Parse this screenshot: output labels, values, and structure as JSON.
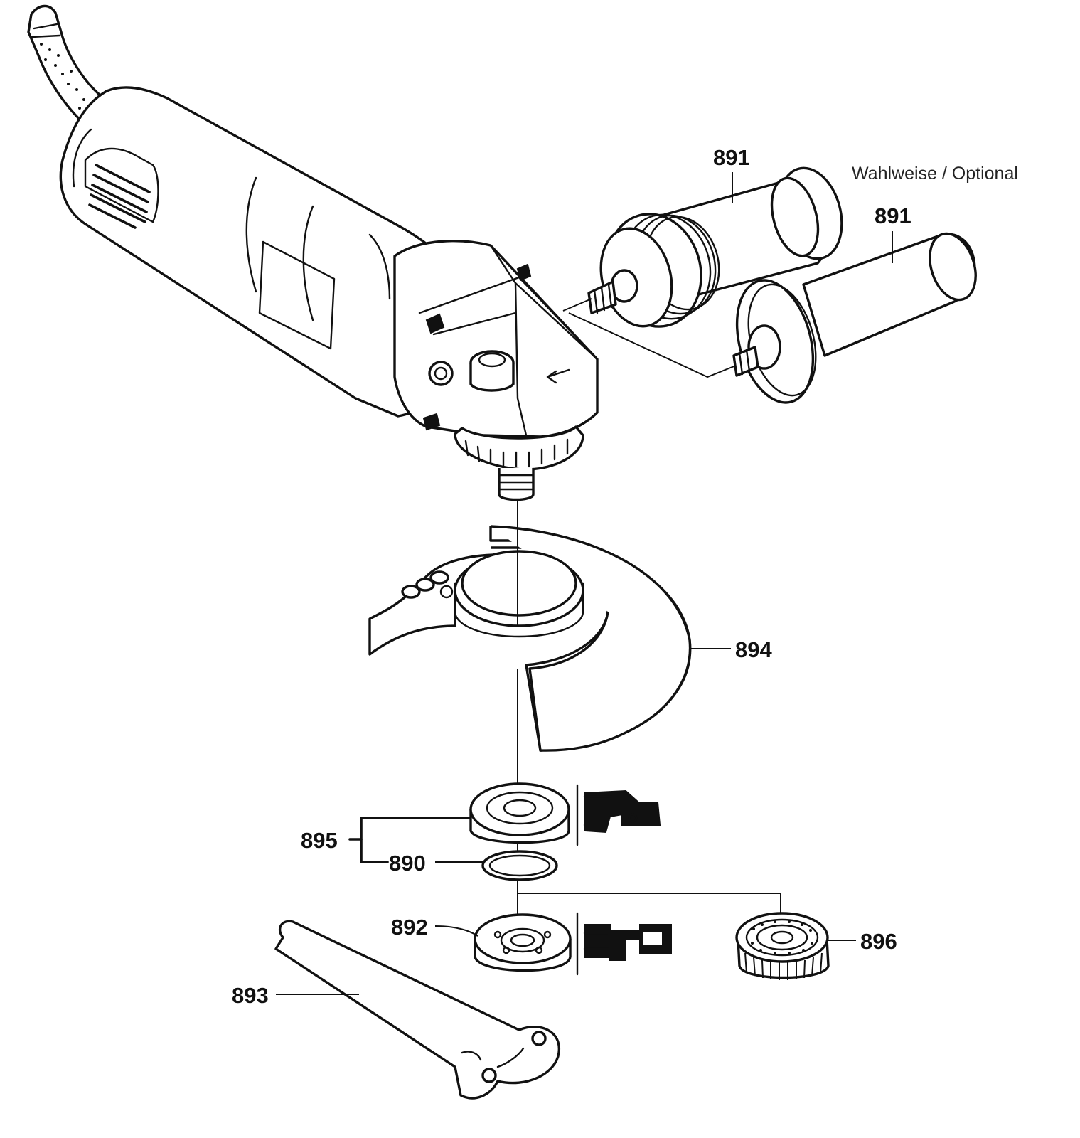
{
  "note": "Wahlweise / Optional",
  "callouts": {
    "c891a": "891",
    "c891b": "891",
    "c894": "894",
    "c895": "895",
    "c890": "890",
    "c892": "892",
    "c893": "893",
    "c896": "896"
  }
}
